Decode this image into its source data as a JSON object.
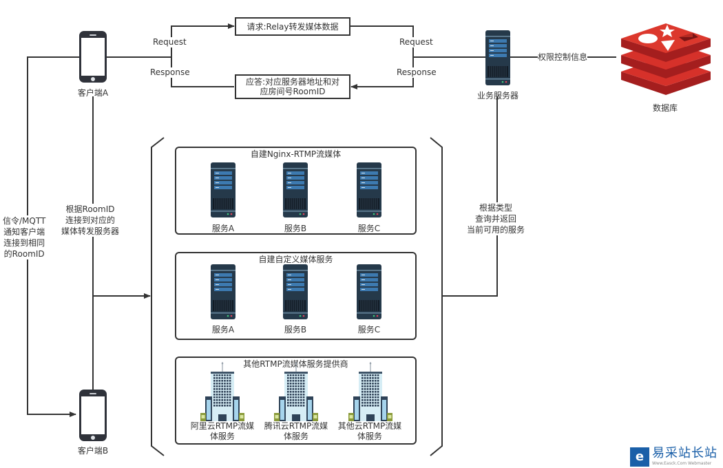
{
  "nodes": {
    "client_a": {
      "label": "客户端A",
      "icon": "smartphone-icon"
    },
    "client_b": {
      "label": "客户端B",
      "icon": "smartphone-icon"
    },
    "business_server": {
      "label": "业务服务器",
      "icon": "server-icon"
    },
    "database": {
      "label": "数据库",
      "icon": "redis-database-icon"
    }
  },
  "edges": {
    "request_left": "Request",
    "response_left": "Response",
    "request_right": "Request",
    "response_right": "Response",
    "permission_info": "权限控制信息",
    "mqtt_notify": [
      "信令/MQTT",
      "通知客户端",
      "连接到相同",
      "的RoomID"
    ],
    "connect_by_roomid": [
      "根据RoomID",
      "连接到对应的",
      "媒体转发服务器"
    ],
    "query_return": [
      "根据类型",
      "查询并返回",
      "当前可用的服务"
    ]
  },
  "message_boxes": {
    "request_box": "请求:Relay转发媒体数据",
    "response_box": [
      "应答:对应服务器地址和对",
      "应房间号RoomID"
    ]
  },
  "groups": [
    {
      "title": "自建Nginx-RTMP流媒体",
      "icon": "server-icon",
      "items": [
        "服务A",
        "服务B",
        "服务C"
      ]
    },
    {
      "title": "自建自定义媒体服务",
      "icon": "server-icon",
      "items": [
        "服务A",
        "服务B",
        "服务C"
      ]
    },
    {
      "title": "其他RTMP流媒体服务提供商",
      "icon": "office-building-icon",
      "items": [
        [
          "阿里云RTMP流媒",
          "体服务"
        ],
        [
          "腾讯云RTMP流媒",
          "体服务"
        ],
        [
          "其他云RTMP流媒",
          "体服务"
        ]
      ]
    }
  ],
  "watermark": {
    "text": "易采站长站",
    "subtext": "Www.Easck.Com Webmaster"
  },
  "colors": {
    "line": "#333333",
    "server_body": "#25394a",
    "server_panel": "#3d7ab0",
    "redis_red": "#d6312a",
    "phone": "#2f323a",
    "watermark_blue": "#1a5fa8"
  }
}
